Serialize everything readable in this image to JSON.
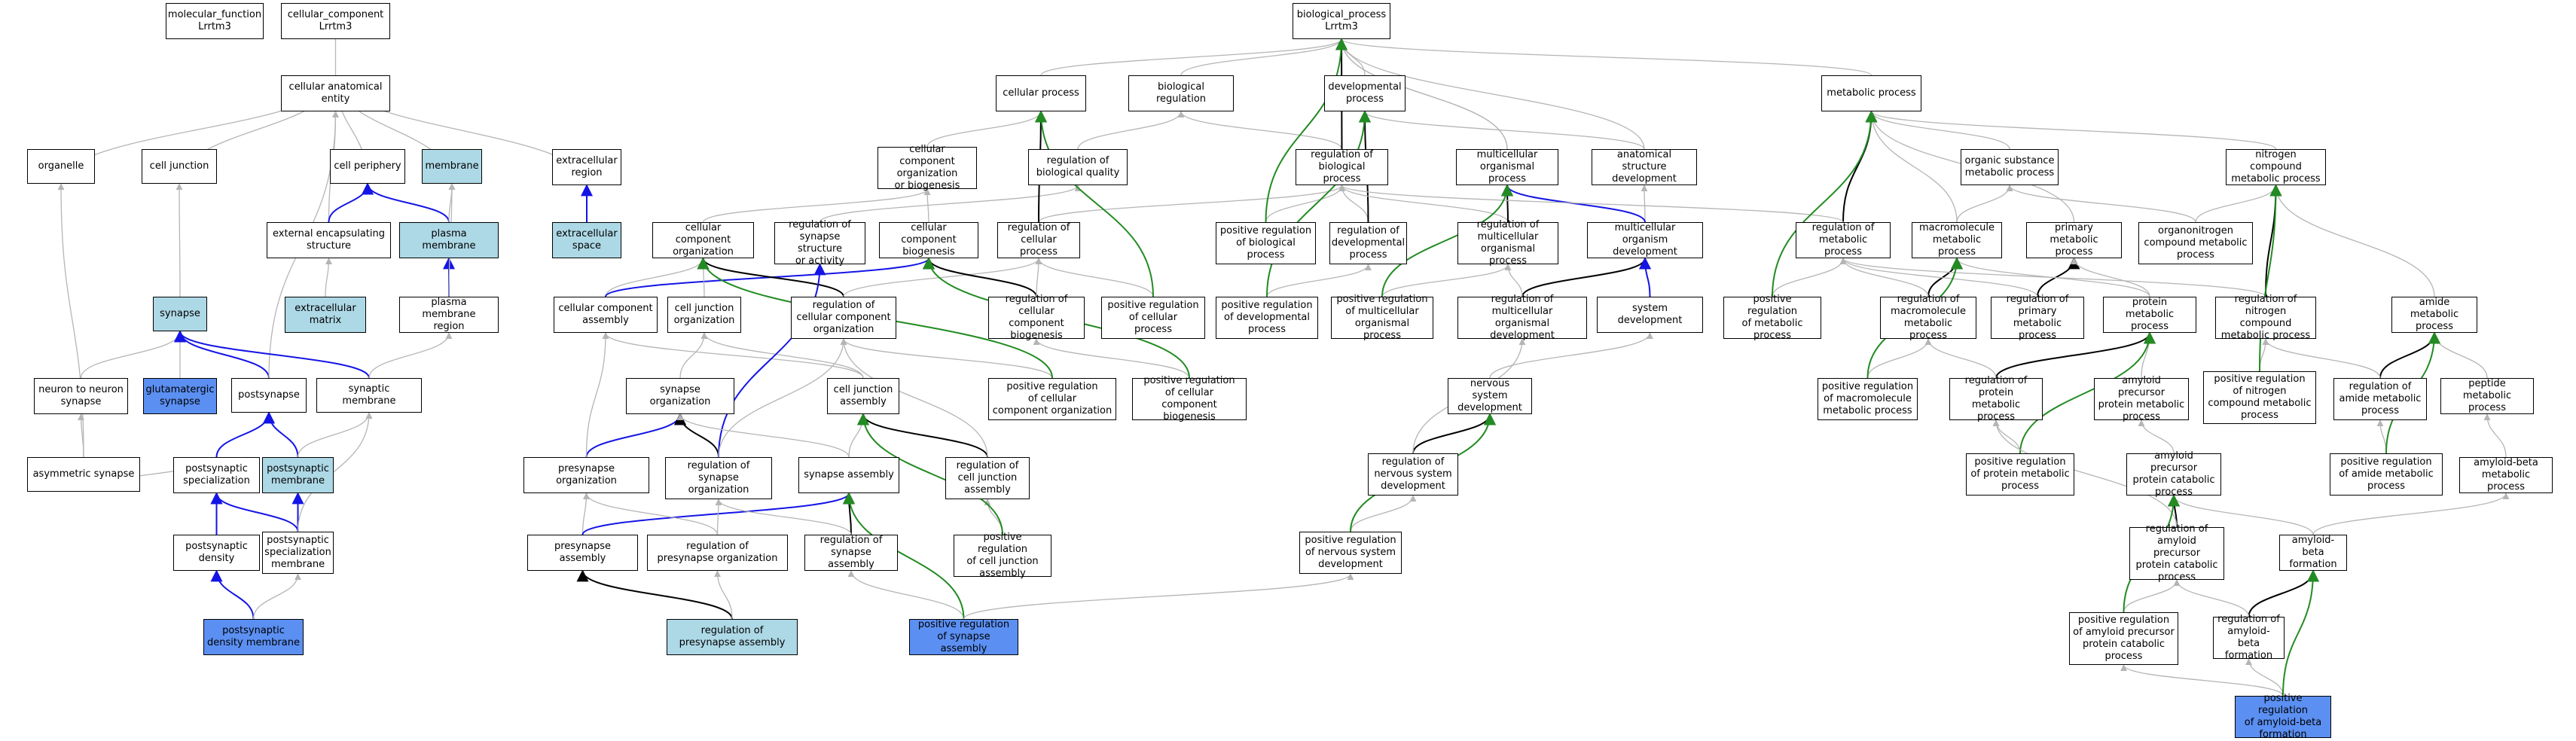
{
  "colors": {
    "gray": "#b5b5b5",
    "black": "#000000",
    "green": "#228b22",
    "blue": "#1414e6",
    "light_fill": "#add8e6",
    "dark_fill": "#5b8ff2"
  },
  "nodes": {
    "mf": "molecular_function\nLrrtm3",
    "cc": "cellular_component\nLrrtm3",
    "bp": "biological_process\nLrrtm3",
    "cae": "cellular anatomical\nentity",
    "org": "organelle",
    "cj": "cell junction",
    "cper": "cell periphery",
    "mem": "membrane",
    "ecr": "extracellular\nregion",
    "ees": "external encapsulating\nstructure",
    "pm": "plasma membrane",
    "ecs": "extracellular\nspace",
    "syn": "synapse",
    "ecm": "extracellular\nmatrix",
    "pmr": "plasma membrane\nregion",
    "n2n": "neuron to neuron\nsynapse",
    "glu": "glutamatergic\nsynapse",
    "pos": "postsynapse",
    "synm": "synaptic membrane",
    "asym": "asymmetric synapse",
    "pspec": "postsynaptic\nspecialization",
    "psm": "postsynaptic\nmembrane",
    "pd": "postsynaptic\ndensity",
    "pssm": "postsynaptic\nspecialization\nmembrane",
    "pdm": "postsynaptic\ndensity membrane",
    "cp": "cellular process",
    "breg": "biological regulation",
    "dev": "developmental\nprocess",
    "met": "metabolic process",
    "ccob": "cellular component\norganization\nor biogenesis",
    "rbq": "regulation of\nbiological quality",
    "rbp": "regulation of\nbiological process",
    "mop": "multicellular\norganismal process",
    "asd": "anatomical structure\ndevelopment",
    "osm": "organic substance\nmetabolic process",
    "ncm": "nitrogen compound\nmetabolic process",
    "cco": "cellular component\norganization",
    "rssa": "regulation of\nsynapse structure\nor activity",
    "ccb": "cellular component\nbiogenesis",
    "rcp": "regulation of\ncellular process",
    "prbp": "positive regulation\nof biological\nprocess",
    "rdp": "regulation of\ndevelopmental\nprocess",
    "rmop": "regulation of\nmulticellular\norganismal process",
    "mod": "multicellular\norganism development",
    "rmp": "regulation of\nmetabolic process",
    "mmp": "macromolecule\nmetabolic process",
    "pmp": "primary metabolic\nprocess",
    "oncm": "organonitrogen\ncompound metabolic\nprocess",
    "cca": "cellular component\nassembly",
    "cjo": "cell junction\norganization",
    "rcco": "regulation of\ncellular component\norganization",
    "rccb": "regulation of\ncellular component\nbiogenesis",
    "prcp": "positive regulation\nof cellular\nprocess",
    "prdp": "positive regulation\nof developmental\nprocess",
    "prmop": "positive regulation\nof multicellular\norganismal process",
    "rmod": "regulation of\nmulticellular\norganismal development",
    "sd": "system development",
    "prmp": "positive regulation\nof metabolic\nprocess",
    "rmmp": "regulation of\nmacromolecule\nmetabolic process",
    "rpmp": "regulation of\nprimary metabolic\nprocess",
    "prot": "protein metabolic\nprocess",
    "rncm": "regulation of\nnitrogen compound\nmetabolic process",
    "amide": "amide metabolic\nprocess",
    "so": "synapse organization",
    "cja": "cell junction\nassembly",
    "prcco": "positive regulation\nof cellular\ncomponent organization",
    "prccb": "positive regulation\nof cellular\ncomponent biogenesis",
    "nsd": "nervous system\ndevelopment",
    "prmmp": "positive regulation\nof macromolecule\nmetabolic process",
    "rprot": "regulation of\nprotein metabolic\nprocess",
    "appm": "amyloid precursor\nprotein metabolic\nprocess",
    "prncm": "positive regulation\nof nitrogen\ncompound metabolic\nprocess",
    "ramide": "regulation of\namide metabolic\nprocess",
    "pept": "peptide metabolic\nprocess",
    "preso": "presynapse organization",
    "rso": "regulation of\nsynapse organization",
    "sa": "synapse assembly",
    "rcja": "regulation of\ncell junction\nassembly",
    "rnsd": "regulation of\nnervous system\ndevelopment",
    "prprot": "positive regulation\nof protein metabolic\nprocess",
    "apcp": "amyloid precursor\nprotein catabolic\nprocess",
    "pramide": "positive regulation\nof amide metabolic\nprocess",
    "abm": "amyloid-beta\nmetabolic process",
    "presa": "presynapse assembly",
    "rpreso": "regulation of\npresynapse organization",
    "rsa": "regulation of\nsynapse assembly",
    "prcja": "positive regulation\nof cell junction\nassembly",
    "prnsd": "positive regulation\nof nervous system\ndevelopment",
    "rapcp": "regulation of\namyloid precursor\nprotein catabolic\nprocess",
    "abf": "amyloid-beta\nformation",
    "rpresa": "regulation of\npresynapse assembly",
    "prsa": "positive regulation\nof synapse assembly",
    "prapcp": "positive regulation\nof amyloid precursor\nprotein catabolic\nprocess",
    "rabf": "regulation of\namyloid-beta\nformation",
    "prabf": "positive regulation\nof amyloid-beta\nformation"
  }
}
